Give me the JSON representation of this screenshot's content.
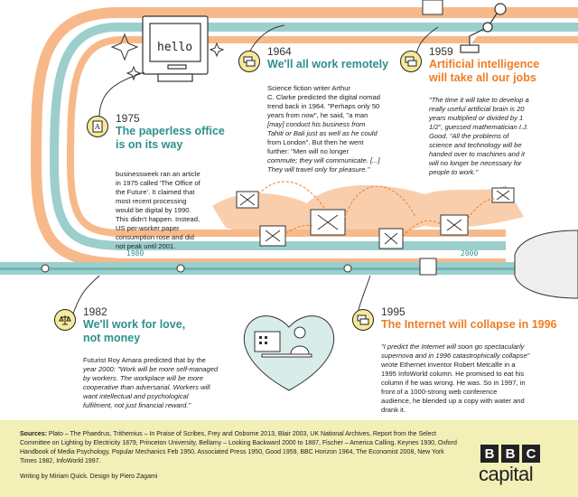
{
  "timeline_marks": [
    "1980",
    "2000"
  ],
  "computer_screen_text": "hello",
  "entries": [
    {
      "year": "1975",
      "title_line1": "The paperless office",
      "title_line2": "is on its way",
      "body_lines": [
        "businessweek ran an article",
        "in 1975 called 'The Office of",
        "the Future'. It claimed that",
        "most recent processing",
        "would be digital by 1990.",
        "This didn't happen. Instead,",
        "US per-worker paper",
        "consumption rose and did",
        "not peak until 2001."
      ]
    },
    {
      "year": "1964",
      "title_line1": "We'll all work remotely",
      "body_lines": [
        "Science fiction writer Arthur",
        "C. Clarke predicted the digital nomad",
        "trend back in 1964. \"Perhaps only 50",
        "years from now\", he said, \"a man",
        "[may] conduct his business from",
        "Tahiti or Bali just as well as he could",
        "from London\". But then he went",
        "further: \"Men will no longer",
        "commute; they will communicate. [...]",
        "They will travel only for pleasure.\""
      ]
    },
    {
      "year": "1959",
      "title_line1": "Artificial intelligence",
      "title_line2": "will take all our jobs",
      "body_lines": [
        "\"The time it will take to develop a",
        "really useful artificial brain is 20",
        "years multiplied or divided by 1",
        "1/2\", guessed mathematician I.J.",
        "Good. \"All the problems of",
        "science and technology will be",
        "handed over to machines and it",
        "will no longer be necessary for",
        "people to work.\""
      ]
    },
    {
      "year": "1982",
      "title_line1": "We'll work for love,",
      "title_line2": "not money",
      "body_lines": [
        "Futurist Roy Amara predicted that by the",
        "year 2000: \"Work will be more self-managed",
        "by workers. The workplace will be more",
        "cooperative than adversarial. Workers will",
        "want intellectual and psychological",
        "fulfilment, not just financial reward.\""
      ]
    },
    {
      "year": "1995",
      "title_line1": "The Internet will collapse in 1996",
      "body_lines": [
        "\"I predict the Internet will soon go spectacularly",
        "supernova and in 1996 catastrophically collapse\"",
        "wrote Ethernet inventor Robert Metcalfe in a",
        "1995 InfoWorld column. He promised to eat his",
        "column if he was wrong. He was. So in 1997, in",
        "front of a 1000-strong web conference",
        "audience, he blended up a copy with water and",
        "drank it."
      ]
    }
  ],
  "footer": {
    "sources_label": "Sources:",
    "sources_text": "Plato – The Phaedrus, Trithemius – In Praise of Scribes, Frey and Osborne 2013, Blair 2003, UK National Archives, Report from the Select Committee on Lighting by Electricity 1879, Princeton University, Bellamy – Looking Backward 2000 to 1887, Fischer – America Calling, Keynes 1930, Oxford Handbook of Media Psychology, Popular Mechanics Feb 1950, Associated Press 1950, Good 1959, BBC Horizon 1964, The Economist 2008, New York Times 1982, InfoWorld 1997.",
    "credits": "Writing by Miriam Quick. Design by Piero Zagami",
    "logo_letters": [
      "B",
      "B",
      "C"
    ],
    "logo_word": "capital"
  },
  "colors": {
    "teal": "#2f8f8e",
    "orange": "#ef7d24",
    "peach": "#f7b98a",
    "teal_light": "#9ccfcc",
    "icon_yellow": "#f6ea9a",
    "footer_bg": "#f2efb7"
  }
}
